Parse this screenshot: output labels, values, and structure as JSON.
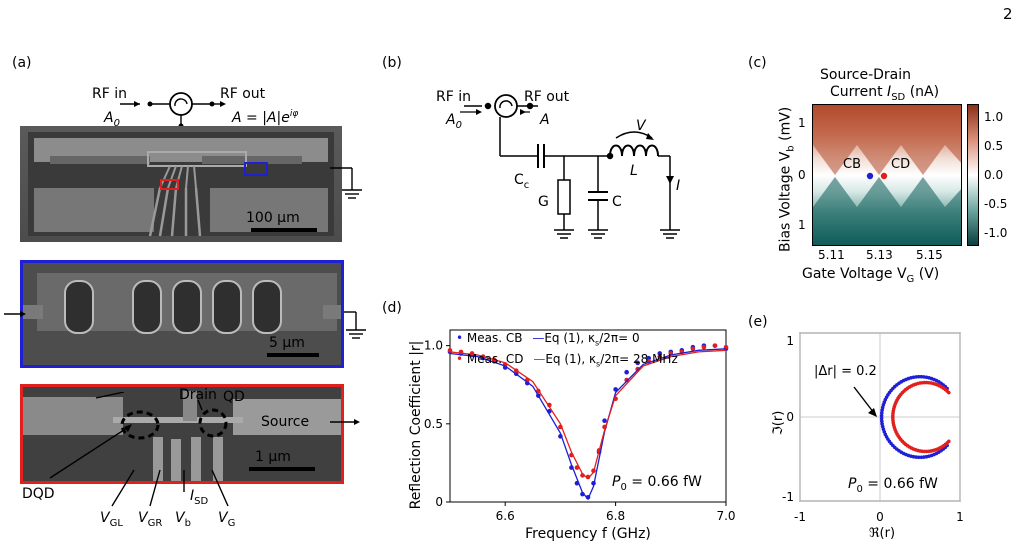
{
  "page_number": "2",
  "panels": {
    "a": {
      "label": "(a)",
      "rf_in": "RF in",
      "a0": "A",
      "a0_sub": "0",
      "rf_out": "RF out",
      "out_eq_prefix": "A = |A|e",
      "out_eq_sup": "iφ",
      "scale_100": "100 μm",
      "scale_5": "5 μm",
      "scale_1": "1 μm",
      "drain": "Drain",
      "qd": "QD",
      "source": "Source",
      "dqd": "DQD",
      "gates": [
        {
          "main": "V",
          "sub": "GL"
        },
        {
          "main": "V",
          "sub": "GR"
        },
        {
          "main": "V",
          "sub": "b"
        },
        {
          "main": "I",
          "sub": "SD"
        },
        {
          "main": "V",
          "sub": "G"
        }
      ]
    },
    "b": {
      "label": "(b)",
      "rf_in": "RF in",
      "a0": "A",
      "a0_sub": "0",
      "rf_out": "RF out",
      "a_out": "A",
      "cc": "C",
      "cc_sub": "c",
      "g": "G",
      "c": "C",
      "v": "V",
      "l": "L",
      "i": "I"
    },
    "c": {
      "label": "(c)",
      "title1": "Source-Drain",
      "title2_prefix": "Current ",
      "title2_var": "I",
      "title2_sub": "SD",
      "title2_suffix": " (nA)",
      "ylabel": "Bias Voltage V",
      "ylabel_sub": "b",
      "ylabel_unit": " (mV)",
      "xlabel": "Gate Voltage V",
      "xlabel_sub": "G",
      "xlabel_unit": " (V)",
      "xticks": [
        "5.11",
        "5.13",
        "5.15"
      ],
      "yticks": [
        "1",
        "0",
        "1"
      ],
      "cb_ticks": [
        "1.0",
        "0.5",
        "0.0",
        "-0.5",
        "-1.0"
      ],
      "points": [
        {
          "name": "CB",
          "color": "#1f1fd6"
        },
        {
          "name": "CD",
          "color": "#e0201f"
        }
      ]
    },
    "d": {
      "label": "(d)",
      "legend": [
        "Meas. CB",
        "Meas. CD",
        "Eq (1), κ",
        "Eq (1), κ"
      ],
      "legend_fit1": "Eq (1), κ",
      "legend_fit1_sub": "s",
      "legend_fit1_tail": "/2π= 0",
      "legend_fit2": "Eq (1), κ",
      "legend_fit2_sub": "s",
      "legend_fit2_tail": "/2π= 28 MHz",
      "p0_prefix": "P",
      "p0_sub": "0",
      "p0_value": " = 0.66 fW"
    },
    "e": {
      "label": "(e)",
      "delta_r": "|Δr| = 0.2",
      "ylabel": "ℑ(r)",
      "xlabel": "ℜ(r)",
      "xticks": [
        "-1",
        "0",
        "1"
      ],
      "yticks": [
        "1",
        "0",
        "-1"
      ],
      "p0_prefix": "P",
      "p0_sub": "0",
      "p0_value": " = 0.66 fW"
    }
  },
  "colors": {
    "blue": "#1f1fd6",
    "red": "#e0201f",
    "teal": "#0f5c5a",
    "rust": "#b24a2c"
  },
  "chart_data": [
    {
      "type": "scatter",
      "title": "",
      "xlabel": "Frequency f (GHz)",
      "ylabel": "Reflection Coefficient |r|",
      "xlim": [
        6.5,
        7.0
      ],
      "ylim": [
        0.0,
        1.1
      ],
      "xticks": [
        "6.6",
        "6.8",
        "7.0"
      ],
      "yticks": [
        "0",
        "0.5",
        "1.0"
      ],
      "grid": false,
      "legend": "top",
      "series": [
        {
          "name": "Meas. CB",
          "kind": "points",
          "color": "#1f1fd6",
          "x": [
            6.5,
            6.52,
            6.54,
            6.56,
            6.58,
            6.6,
            6.62,
            6.64,
            6.66,
            6.68,
            6.7,
            6.72,
            6.73,
            6.74,
            6.75,
            6.76,
            6.77,
            6.78,
            6.8,
            6.82,
            6.84,
            6.86,
            6.88,
            6.9,
            6.92,
            6.94,
            6.96,
            6.98,
            7.0
          ],
          "y": [
            0.96,
            0.95,
            0.94,
            0.92,
            0.9,
            0.86,
            0.82,
            0.76,
            0.68,
            0.58,
            0.42,
            0.22,
            0.12,
            0.05,
            0.03,
            0.12,
            0.32,
            0.52,
            0.72,
            0.83,
            0.89,
            0.92,
            0.95,
            0.96,
            0.97,
            0.99,
            1.0,
            1.0,
            0.98
          ]
        },
        {
          "name": "Meas. CD",
          "kind": "points",
          "color": "#e0201f",
          "x": [
            6.5,
            6.52,
            6.54,
            6.56,
            6.58,
            6.6,
            6.62,
            6.64,
            6.66,
            6.68,
            6.7,
            6.72,
            6.73,
            6.74,
            6.75,
            6.76,
            6.77,
            6.78,
            6.8,
            6.82,
            6.84,
            6.86,
            6.88,
            6.9,
            6.92,
            6.94,
            6.96,
            6.98,
            7.0
          ],
          "y": [
            0.97,
            0.96,
            0.95,
            0.93,
            0.91,
            0.88,
            0.84,
            0.78,
            0.71,
            0.62,
            0.48,
            0.3,
            0.22,
            0.17,
            0.16,
            0.2,
            0.33,
            0.48,
            0.66,
            0.78,
            0.85,
            0.9,
            0.93,
            0.95,
            0.96,
            0.98,
            0.99,
            1.0,
            0.99
          ]
        },
        {
          "name": "Eq (1), κs/2π= 0",
          "kind": "line",
          "color": "#1f1fd6",
          "x": [
            6.5,
            6.55,
            6.6,
            6.65,
            6.7,
            6.72,
            6.74,
            6.75,
            6.76,
            6.78,
            6.8,
            6.85,
            6.9,
            6.95,
            7.0
          ],
          "y": [
            0.95,
            0.93,
            0.87,
            0.74,
            0.44,
            0.24,
            0.06,
            0.02,
            0.1,
            0.45,
            0.7,
            0.88,
            0.94,
            0.97,
            0.98
          ]
        },
        {
          "name": "Eq (1), κs/2π= 28 MHz",
          "kind": "line",
          "color": "#e0201f",
          "x": [
            6.5,
            6.55,
            6.6,
            6.65,
            6.7,
            6.72,
            6.74,
            6.75,
            6.76,
            6.78,
            6.8,
            6.85,
            6.9,
            6.95,
            7.0
          ],
          "y": [
            0.96,
            0.94,
            0.89,
            0.77,
            0.5,
            0.32,
            0.18,
            0.15,
            0.19,
            0.46,
            0.68,
            0.87,
            0.93,
            0.96,
            0.97
          ]
        }
      ]
    },
    {
      "type": "scatter",
      "title": "",
      "xlabel": "ℜ(r)",
      "ylabel": "ℑ(r)",
      "xlim": [
        -1.0,
        1.0
      ],
      "ylim": [
        -1.0,
        1.0
      ],
      "grid": true,
      "series": [
        {
          "name": "CB",
          "color": "#1f1fd6",
          "center": [
            0.5,
            0.0
          ],
          "radius": 0.48
        },
        {
          "name": "CD",
          "color": "#e0201f",
          "center": [
            0.57,
            0.0
          ],
          "radius": 0.41
        }
      ]
    }
  ]
}
